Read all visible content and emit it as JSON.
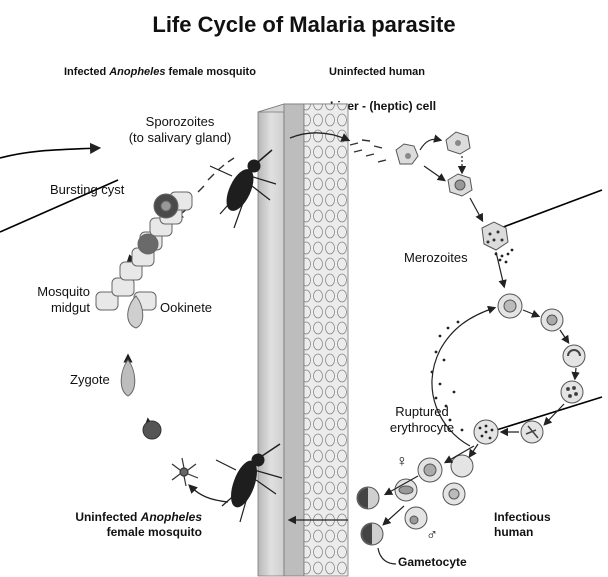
{
  "title": "Life Cycle of Malaria parasite",
  "headers": {
    "left_prefix": "Infected ",
    "left_genus": "Anopheles",
    "left_suffix": " female mosquito",
    "right": "Uninfected human",
    "liver": "Liver - (heptic) cell"
  },
  "labels": {
    "sporozoites_line1": "Sporozoites",
    "sporozoites_line2": "(to salivary gland)",
    "bursting_cyst": "Bursting cyst",
    "mosquito_midgut_line1": "Mosquito",
    "mosquito_midgut_line2": "midgut",
    "ookinete": "Ookinete",
    "zygote": "Zygote",
    "merozoites": "Merozoites",
    "ruptured_line1": "Ruptured",
    "ruptured_line2": "erythrocyte",
    "uninfected_mosq_line1_prefix": "Uninfected ",
    "uninfected_mosq_line1_genus": "Anopheles",
    "uninfected_mosq_line2": "female mosquito",
    "infectious_line1": "Infectious",
    "infectious_line2": "human",
    "gametocyte": "Gametocyte",
    "female_symbol": "♀",
    "male_symbol": "♂"
  },
  "colors": {
    "cell_fill": "#d9d9d9",
    "cell_stroke": "#555555",
    "dark_cell": "#5a5a5a",
    "skin_fill": "#cfcfcf",
    "line": "#222222"
  }
}
